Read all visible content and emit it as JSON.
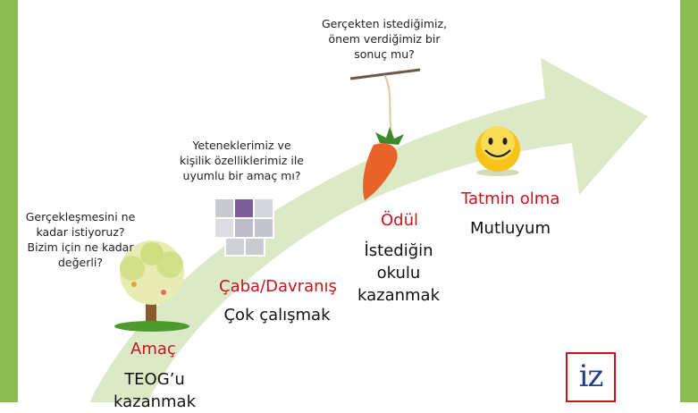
{
  "questions": {
    "goal": "Gerçekleşmesini ne\nkadar istiyoruz?\nBizim için ne kadar\ndeğerli?",
    "effort": "Yeteneklerimiz ve\nkişilik özelliklerimiz ile\nuyumlu bir amaç mı?",
    "reward": "Gerçekten istediğimiz,\nönem verdiğimiz bir\nsonuç mu?"
  },
  "stages": {
    "goal": {
      "title": "Amaç",
      "text": "TEOG’u\nkazanmak"
    },
    "effort": {
      "title": "Çaba/Davranış",
      "text": "Çok çalışmak"
    },
    "reward": {
      "title": "Ödül",
      "text": "İstediğin\nokulu\nkazanmak"
    },
    "satisfaction": {
      "title": "Tatmin olma",
      "text": "Mutluyum"
    }
  },
  "logo": {
    "text": "iz"
  },
  "icons": [
    "tree-icon",
    "puzzle-icon",
    "carrot-on-stick-icon",
    "smiley-icon"
  ],
  "colors": {
    "frame": "#8cbd52",
    "arrow": "#dbe9c6",
    "stage_title": "#c8141e",
    "logo_border": "#c8141e",
    "logo_text": "#1f3f8a"
  }
}
